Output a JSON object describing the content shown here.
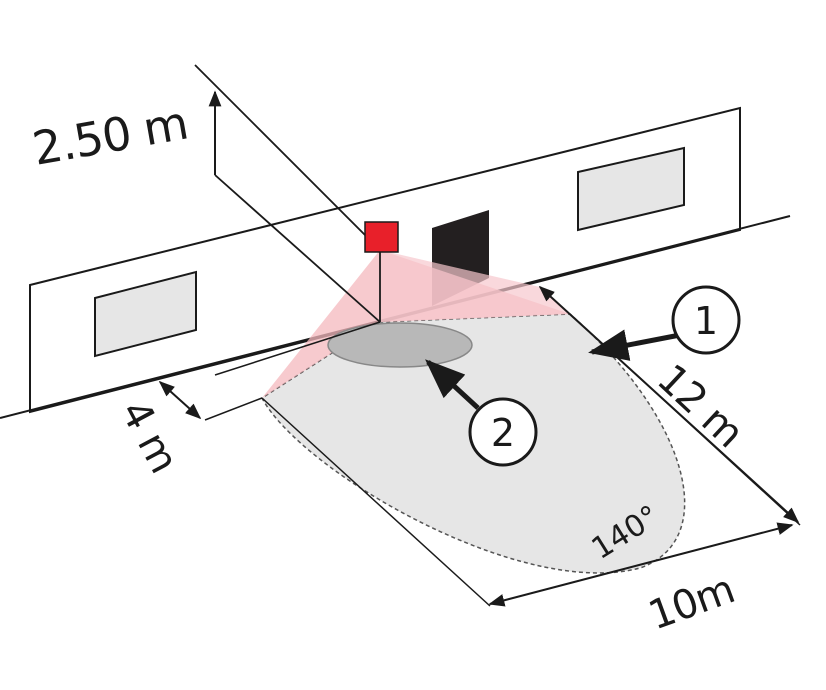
{
  "labels": {
    "height": "2.50 m",
    "offset": "4 m",
    "range": "12 m",
    "width": "10m",
    "angle": "140°",
    "callout_1": "1",
    "callout_2": "2"
  },
  "colors": {
    "sensor": "#e8202a",
    "beam": "#f4b8be",
    "coverage": "#e6e6e6",
    "near_zone": "#b8b8b8",
    "door": "#231f20",
    "window": "#e6e6e6",
    "line": "#1a1a1a"
  }
}
